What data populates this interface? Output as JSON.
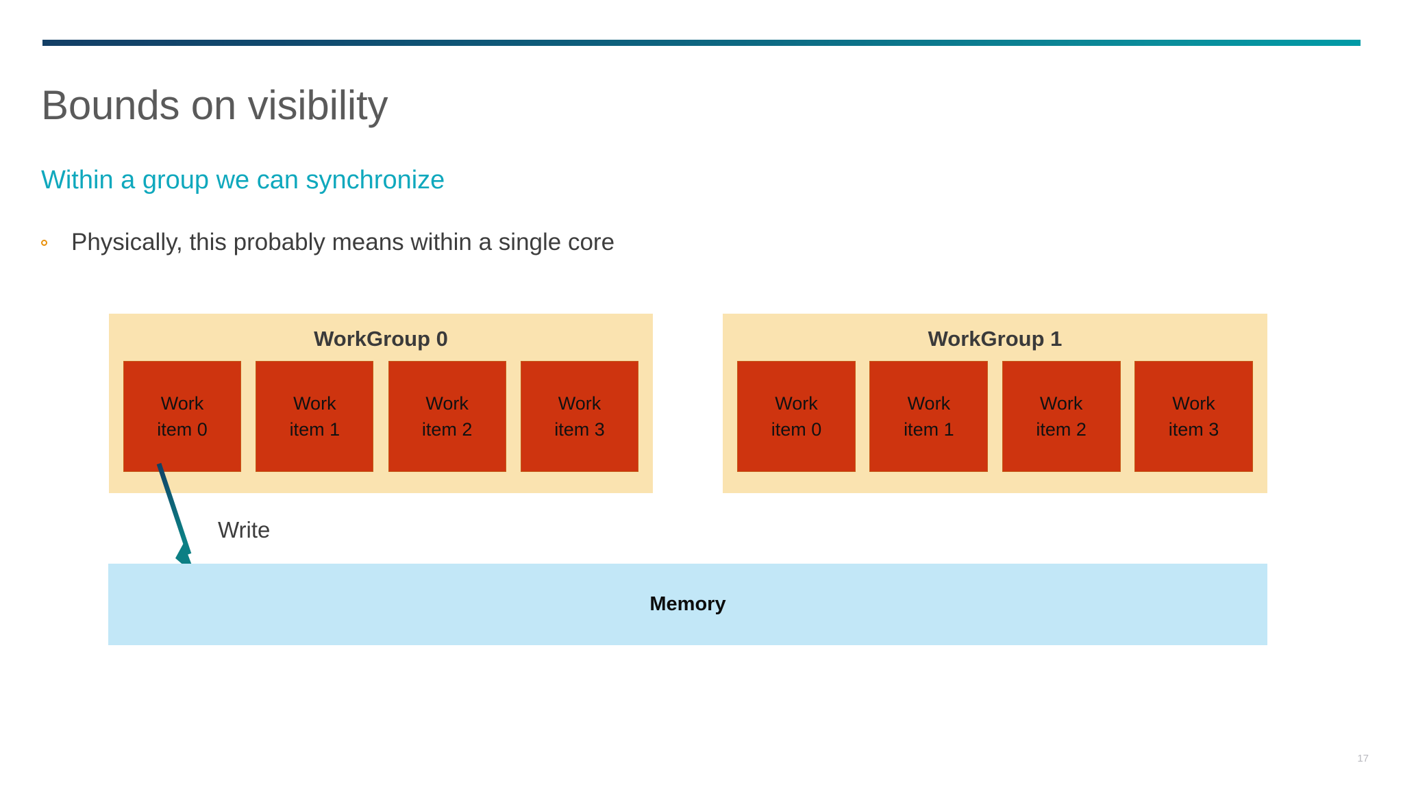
{
  "slide": {
    "title": "Bounds on visibility",
    "subtitle": "Within a group we can synchronize",
    "page_number": "17",
    "bullets": [
      {
        "marker": "circle-bullet-icon",
        "text": "Physically, this probably means within a single core"
      }
    ]
  },
  "colors": {
    "accent_bar_start": "#133f66",
    "accent_bar_end": "#009aa6",
    "title_text": "#5a5a5a",
    "subtitle_text": "#0fa8bd",
    "body_text": "#3d3d3d",
    "bullet_marker": "#e8910c",
    "workgroup_fill": "#fae3b0",
    "workitem_fill": "#ce340f",
    "workitem_text": "#111111",
    "memory_fill": "#c2e7f7",
    "memory_text": "#0d0d0d",
    "arrow_start": "#123f63",
    "arrow_end": "#0c7f84",
    "page_number_text": "#b9b9bf"
  },
  "diagram": {
    "workgroups": [
      {
        "label": "WorkGroup 0",
        "items": [
          {
            "line1": "Work",
            "line2": "item 0"
          },
          {
            "line1": "Work",
            "line2": "item 1"
          },
          {
            "line1": "Work",
            "line2": "item 2"
          },
          {
            "line1": "Work",
            "line2": "item 3"
          }
        ]
      },
      {
        "label": "WorkGroup 1",
        "items": [
          {
            "line1": "Work",
            "line2": "item 0"
          },
          {
            "line1": "Work",
            "line2": "item 1"
          },
          {
            "line1": "Work",
            "line2": "item 2"
          },
          {
            "line1": "Work",
            "line2": "item 3"
          }
        ]
      }
    ],
    "memory": {
      "label": "Memory"
    },
    "arrow": {
      "label": "Write",
      "from": "WorkGroup 0 / Work item 0",
      "to": "Memory"
    }
  }
}
